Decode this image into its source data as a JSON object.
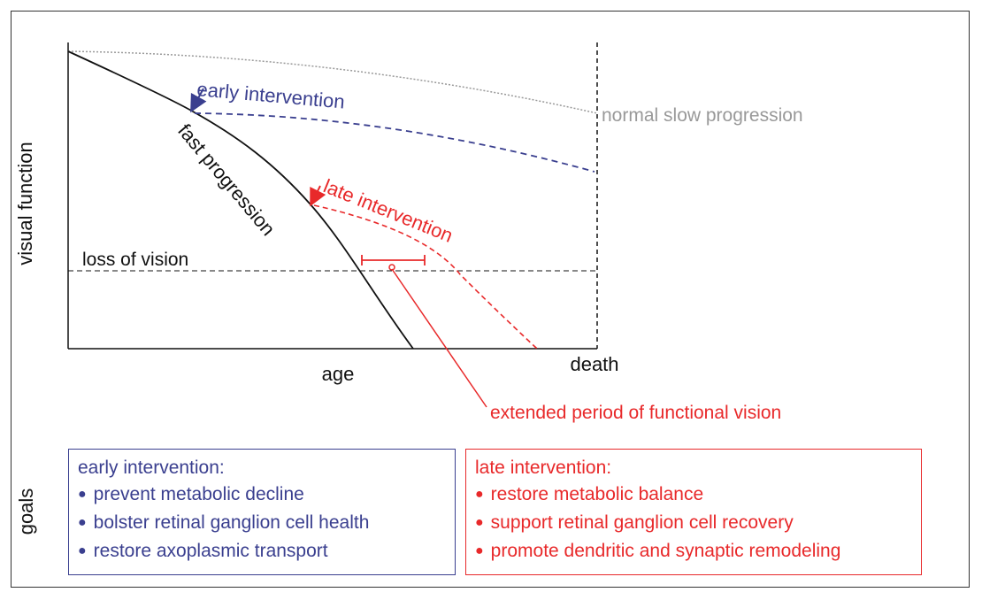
{
  "diagram": {
    "ylabel": "visual function",
    "xlabel": "age",
    "death_label": "death",
    "loss_label": "loss of vision",
    "normal_label": "normal slow progression",
    "fast_label": "fast progression",
    "early_label": "early intervention",
    "late_label": "late intervention",
    "extended_label": "extended period of functional vision",
    "goals_label": "goals"
  },
  "goals": {
    "early": {
      "title": "early intervention:",
      "items": [
        "prevent metabolic decline",
        "bolster retinal ganglion cell health",
        "restore axoplasmic transport"
      ]
    },
    "late": {
      "title": "late intervention:",
      "items": [
        "restore metabolic balance",
        "support retinal ganglion cell recovery",
        "promote dendritic and synaptic remodeling"
      ]
    }
  },
  "colors": {
    "early": "#3a3f8f",
    "late": "#e8292a",
    "normal": "#999999",
    "axis": "#111111"
  }
}
